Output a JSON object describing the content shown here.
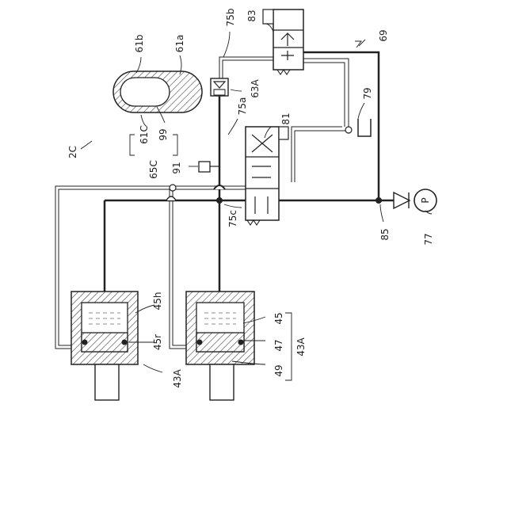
{
  "labels": {
    "l_2C": "2C",
    "l_61b": "61b",
    "l_61a": "61a",
    "l_75b": "75b",
    "l_83": "83",
    "l_69": "69",
    "l_63A_top": "63A",
    "l_79": "79",
    "l_61C_inner": "61C",
    "l_99": "99",
    "l_75a": "75a",
    "l_81": "81",
    "l_91": "91",
    "l_65C": "65C",
    "l_75c": "75c",
    "l_85": "85",
    "l_77": "77",
    "l_pump": "P",
    "l_45h": "45h",
    "l_45r": "45r",
    "l_43A_left": "43A",
    "l_45": "45",
    "l_47": "47",
    "l_49": "49",
    "l_43A_right": "43A"
  },
  "colors": {
    "line": "#222222",
    "hatch": "#444444"
  }
}
